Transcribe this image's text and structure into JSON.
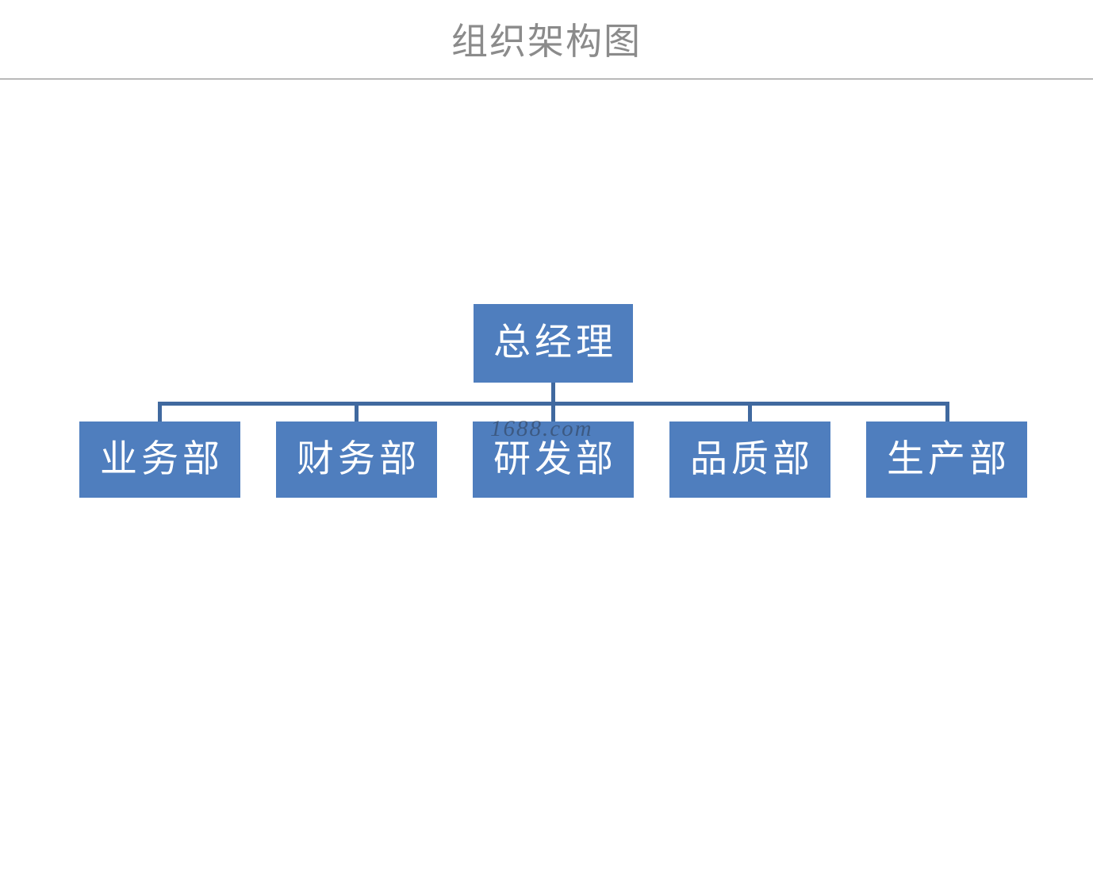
{
  "header": {
    "title": "组织架构图",
    "divider_color": "#7b7b7b",
    "title_color": "#8b8b8b"
  },
  "theme": {
    "node_fill": "#4f7ebe",
    "node_text": "#ffffff",
    "connector_color": "#40699f",
    "background": "#ffffff"
  },
  "watermark": {
    "text": "1688.com"
  },
  "chart_data": {
    "type": "diagram",
    "diagram_kind": "org-chart",
    "title": "组织架构图",
    "orientation": "top-down",
    "levels": 2,
    "root": {
      "id": "root",
      "label": "总经理"
    },
    "children": [
      {
        "id": "child-0",
        "label": "业务部"
      },
      {
        "id": "child-1",
        "label": "财务部"
      },
      {
        "id": "child-2",
        "label": "研发部"
      },
      {
        "id": "child-3",
        "label": "品质部"
      },
      {
        "id": "child-4",
        "label": "生产部"
      }
    ],
    "edges": [
      {
        "from": "root",
        "to": "child-0"
      },
      {
        "from": "root",
        "to": "child-1"
      },
      {
        "from": "root",
        "to": "child-2"
      },
      {
        "from": "root",
        "to": "child-3"
      },
      {
        "from": "root",
        "to": "child-4"
      }
    ]
  }
}
